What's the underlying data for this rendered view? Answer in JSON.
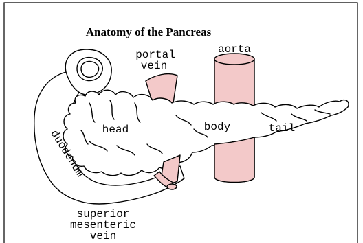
{
  "title": "Anatomy of the Pancreas",
  "colors": {
    "vessel": "#f3c9c9",
    "outline": "#000000",
    "background": "#ffffff"
  },
  "labels": {
    "portal_vein_line1": "portal",
    "portal_vein_line2": "vein",
    "aorta": "aorta",
    "head": "head",
    "body": "body",
    "tail": "tail",
    "duodenum": "duodenum",
    "smv_line1": "superior",
    "smv_line2": "mesenteric",
    "smv_line3": "vein"
  }
}
